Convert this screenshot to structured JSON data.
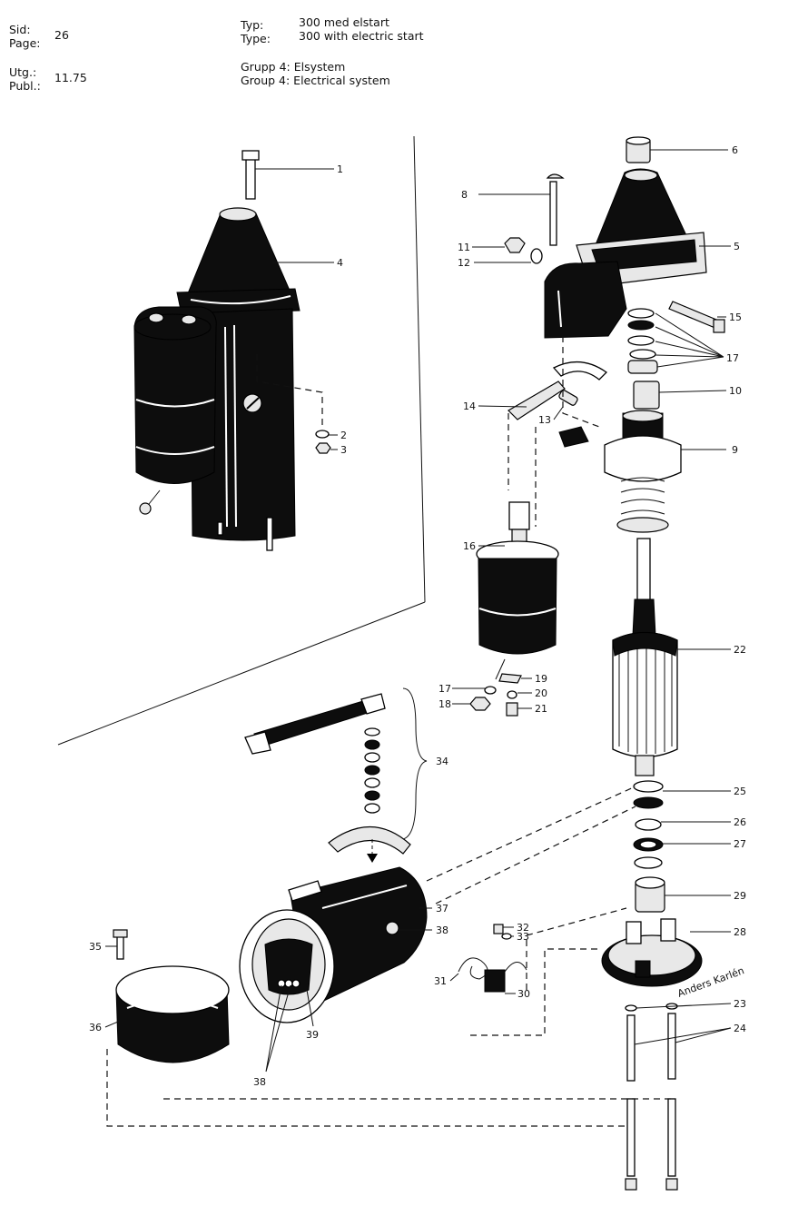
{
  "header": {
    "page_labels": [
      "Sid:",
      "Page:"
    ],
    "page_number": "26",
    "publ_labels": [
      "Utg.:",
      "Publ.:"
    ],
    "publ_value": "11.75",
    "type_labels": [
      "Typ:",
      "Type:"
    ],
    "type_values": [
      "300 med elstart",
      "300 with electric start"
    ],
    "group_values": [
      "Grupp 4: Elsystem",
      "Group 4: Electrical system"
    ]
  },
  "callouts": {
    "c1": "1",
    "c2": "2",
    "c3": "3",
    "c4": "4",
    "c5": "5",
    "c6": "6",
    "c8": "8",
    "c9": "9",
    "c10": "10",
    "c11": "11",
    "c12": "12",
    "c13": "13",
    "c14": "14",
    "c15": "15",
    "c16": "16",
    "c17a": "17",
    "c17b": "17",
    "c18": "18",
    "c19": "19",
    "c20": "20",
    "c21": "21",
    "c22": "22",
    "c23": "23",
    "c24": "24",
    "c25": "25",
    "c26": "26",
    "c27": "27",
    "c28": "28",
    "c29": "29",
    "c30": "30",
    "c31": "31",
    "c32": "32",
    "c33": "33",
    "c34": "34",
    "c35": "35",
    "c36": "36",
    "c37": "37",
    "c38a": "38",
    "c38b": "38",
    "c39": "39"
  },
  "artist_signature": "Anders Karlén"
}
